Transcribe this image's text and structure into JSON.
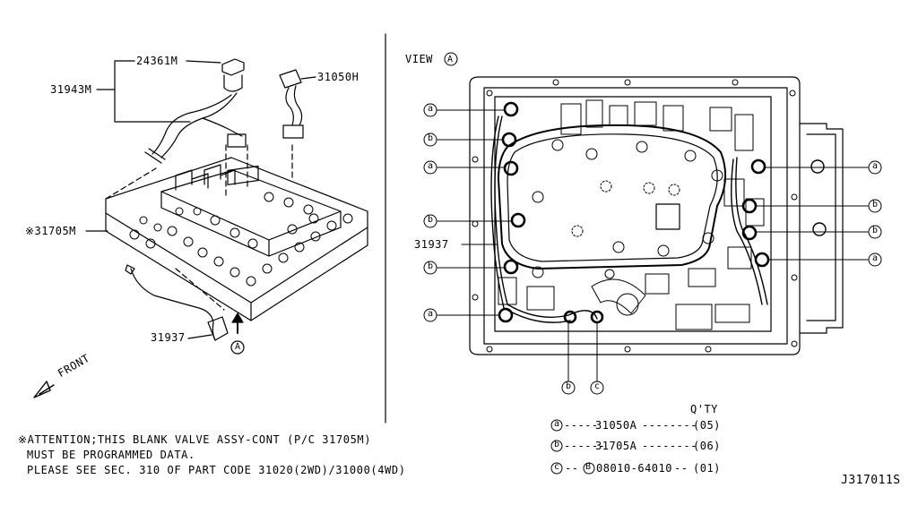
{
  "parts_left": {
    "p24361m": "24361M",
    "p31943m": "31943M",
    "p31050h": "31050H",
    "p31705m": "※31705M",
    "p31937": "31937",
    "view_marker": "A",
    "front": "FRONT"
  },
  "view": {
    "title": "VIEW",
    "marker": "A",
    "part_31937": "31937"
  },
  "callouts": {
    "a": "a",
    "b": "b",
    "c": "c"
  },
  "legend": {
    "qty_header": "Q'TY",
    "rows": [
      {
        "key": "a",
        "part": "31050A",
        "qty": "(05)",
        "dashes_left": "-----",
        "dashes_right": "--------"
      },
      {
        "key": "b",
        "part": "31705A",
        "qty": "(06)",
        "dashes_left": "------",
        "dashes_right": "--------"
      },
      {
        "key": "c",
        "bolt": "B",
        "part": "08010-64010",
        "qty": "(01)",
        "dashes_left": "--",
        "dashes_right": "--"
      }
    ]
  },
  "notes": {
    "line1": "※ATTENTION;THIS BLANK VALVE ASSY-CONT (P/C 31705M)",
    "line2": "MUST BE PROGRAMMED DATA.",
    "line3": "PLEASE SEE SEC. 310 OF PART CODE 31020(2WD)/31000(4WD)"
  },
  "diagram_code": "J317011S"
}
